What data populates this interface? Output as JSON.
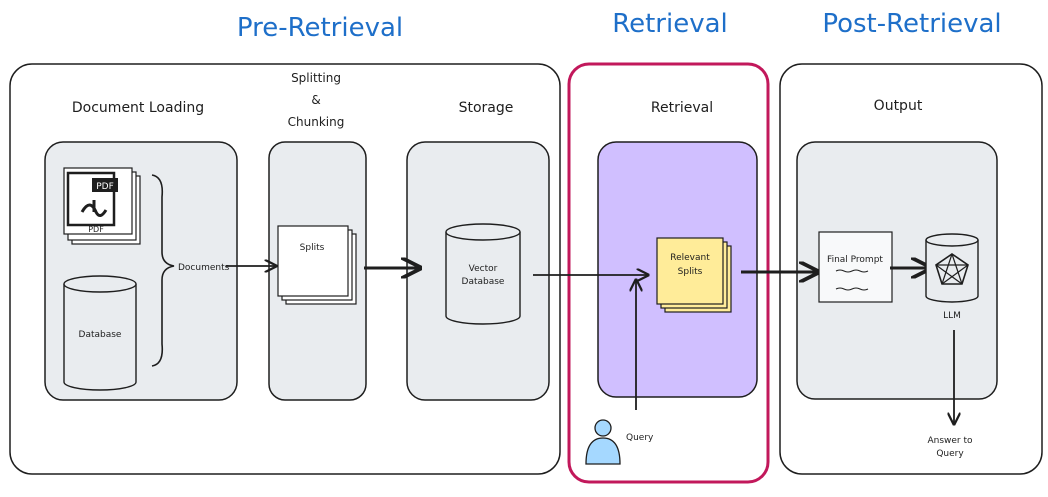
{
  "section_titles": {
    "pre_retrieval": "Pre-Retrieval",
    "retrieval": "Retrieval",
    "post_retrieval": "Post-Retrieval"
  },
  "stages": {
    "document_loading": "Document Loading",
    "splitting_line1": "Splitting",
    "splitting_line2": "&",
    "splitting_line3": "Chunking",
    "storage": "Storage",
    "retrieval": "Retrieval",
    "output": "Output"
  },
  "nodes": {
    "pdf_badge": "PDF",
    "pdf_caption": "PDF",
    "documents": "Documents",
    "database": "Database",
    "splits": "Splits",
    "vector_db_line1": "Vector",
    "vector_db_line2": "Database",
    "relevant_line1": "Relevant",
    "relevant_line2": "Splits",
    "final_prompt": "Final Prompt",
    "llm": "LLM",
    "query": "Query",
    "answer_line1": "Answer to",
    "answer_line2": "Query"
  },
  "colors": {
    "title_blue": "#1e6fc9",
    "panel_fill": "#e9ecef",
    "retrieval_border": "#c2185b",
    "retrieval_fill": "#d0bfff",
    "note_fill": "#ffec99",
    "user_fill": "#a5d8ff"
  }
}
